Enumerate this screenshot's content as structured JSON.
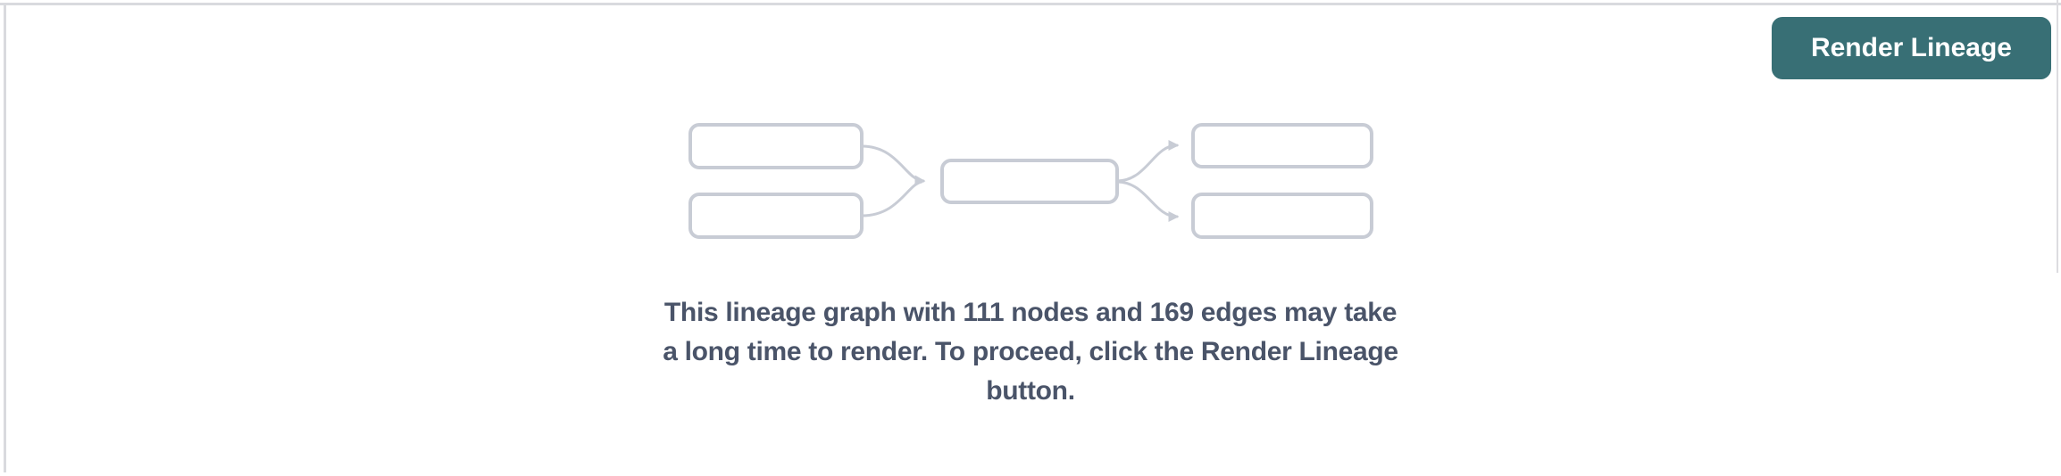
{
  "panel": {
    "background": "#ffffff",
    "border_color": "#d9dade"
  },
  "toolbar": {
    "render_lineage_button": {
      "label": "Render Lineage",
      "background": "#386f75",
      "text_color": "#ffffff"
    }
  },
  "placeholder": {
    "graphic": {
      "description": "miniature lineage graph preview",
      "node_boxes_drawn": 5,
      "box_fill": "#ffffff",
      "box_border_color": "#c8ccd5",
      "arrow_color": "#c8ccd5"
    },
    "stats": {
      "nodes": 111,
      "edges": 169
    },
    "message_lines": {
      "0": "This lineage graph with 111 nodes and 169 edges may take",
      "1": "a long time to render. To proceed, click the Render Lineage",
      "2": "button."
    },
    "message_full": "This lineage graph with 111 nodes and 169 edges may take a long time to render. To proceed, click the Render Lineage button.",
    "message_color": "#4a5469"
  }
}
